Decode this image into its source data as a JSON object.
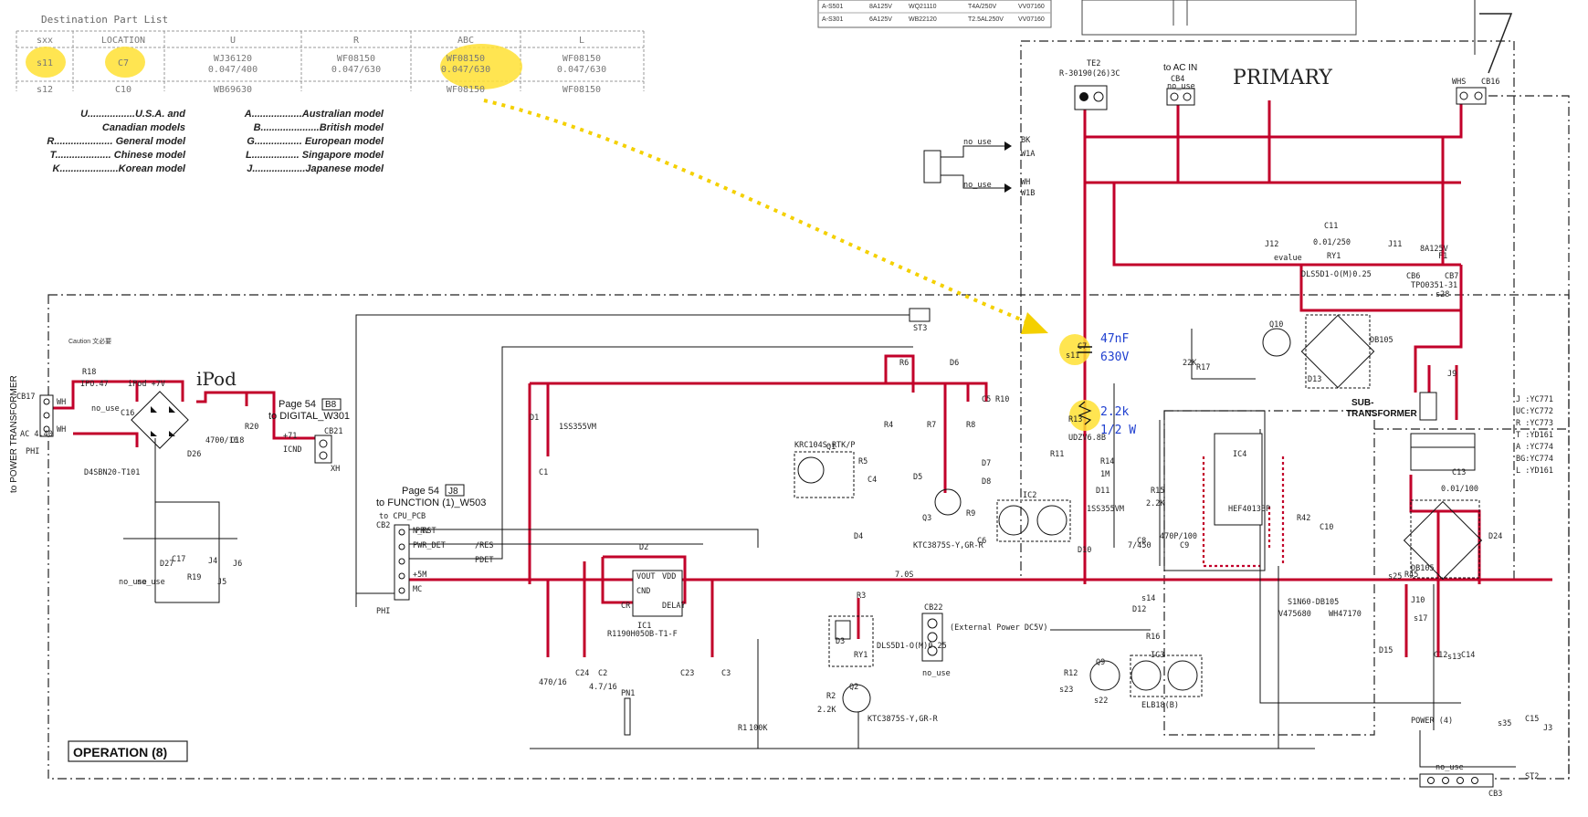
{
  "parts_table": {
    "title": "Destination Part List",
    "headers": [
      "sxx",
      "LOCATION",
      "U",
      "R",
      "ABC",
      "L"
    ],
    "row1": [
      "s11",
      "C7",
      "WJ36120\n0.047/400",
      "WF08150\n0.047/630",
      "WF08150\n0.047/630",
      "WF08150\n0.047/630"
    ],
    "row2_partial": [
      "s12",
      "C10",
      "WB69630",
      "",
      "WF08150",
      "WF08150"
    ]
  },
  "model_legend": {
    "left": [
      "U.................U.S.A. and",
      "Canadian models",
      "R..................... General model",
      "T.................... Chinese model",
      "K.....................Korean model"
    ],
    "right": [
      "A..................Australian model",
      "B.....................British model",
      "G................. European model",
      "L................. Singapore model",
      "J...................Japanese model"
    ]
  },
  "top_fuse_table": {
    "rows": [
      [
        "A-S501",
        "8A125V",
        "WQ21110",
        "T4A/250V",
        "VV07160"
      ],
      [
        "A-S301",
        "6A125V",
        "WB22120",
        "T2.5AL250V",
        "VV07160"
      ]
    ]
  },
  "blocks": {
    "primary": "PRIMARY",
    "operation": "OPERATION (8)",
    "power": "POWER (4)",
    "ipod": "iPod",
    "sub_transformer": [
      "SUB-",
      "TRANSFORMER"
    ],
    "to_power_transformer": "to POWER TRANSFORMER",
    "to_ac_in": "to AC IN",
    "page54_b8": [
      "Page 54",
      "B8",
      "to DIGITAL_W301"
    ],
    "page54_j8": [
      "Page 54",
      "J8",
      "to FUNCTION (1)_W503"
    ],
    "to_cpu_pcb": "to CPU_PCB",
    "caution": "Caution 文必要",
    "external_power": "(External Power DC5V)"
  },
  "annotation": {
    "c7_value": "47nF",
    "c7_voltage": "630V",
    "r13_value": "2.2k",
    "r13_power": "1/2 W"
  },
  "labels": {
    "cb17": "CB17",
    "phi": "PHI",
    "wh": "WH",
    "ac440": "AC 4.40",
    "r18": "R18",
    "ipo47": "IPO.47",
    "ipod7v": "iPod +7V",
    "c16": "C16",
    "d4sbn": "D4SBN20-T101",
    "d26": "D26",
    "c18": "C18",
    "r20": "R20",
    "c4700": "4700/16",
    "cb21": "CB21",
    "p71": "+71",
    "gnd": "ICND",
    "xh": "XH",
    "no_use": "no_use",
    "d27": "D27",
    "c17": "C17",
    "r19": "R19",
    "j4": "J4",
    "j5": "J5",
    "j6": "J6",
    "st3": "ST3",
    "r6": "R6",
    "d6": "D6",
    "r4": "R4",
    "r7": "R7",
    "r8": "R8",
    "c5": "C5",
    "r10": "R10",
    "d1": "D1",
    "iss": "1SS355VM",
    "c1": "C1",
    "q1": "Q1",
    "krc": "KRC104S-RTK/P",
    "r5": "R5",
    "c4": "C4",
    "d5": "D5",
    "d7": "D7",
    "d8": "D8",
    "q3": "Q3",
    "ktc": "KTC3875S-Y,GR-R",
    "r9": "R9",
    "c6": "C6",
    "ic2": "IC2",
    "d4": "D4",
    "cb2": "CB2",
    "n_rst": "N_RST",
    "pwr_det": "PWR_DET",
    "p5m": "+5M",
    "mc": "MC",
    "pry": "PRY",
    "res": "/RES",
    "pdet": "PDET",
    "d2": "D2",
    "vout": "VOUT",
    "vdd": "VDD",
    "cnd": "CND",
    "cr": "CR",
    "delay": "DELAY",
    "ic1": "IC1",
    "r119": "R1190H05OB-T1-F",
    "v705": "7.0S",
    "c2": "C2",
    "c3": "C3",
    "c23": "C23",
    "c24": "C24",
    "c470": "470/16",
    "c47": "4.7/16",
    "pn1": "PN1",
    "r1": "R1",
    "r100k": "100K",
    "d3": "D3",
    "ry1": "RY1",
    "dls": "DLS5D1-O(M)0.25",
    "cb22": "CB22",
    "q2": "Q2",
    "r2": "R2",
    "r22k": "2.2K",
    "r12": "R12",
    "q9": "Q9",
    "ic3": "IC3",
    "elb": "ELB18(B)",
    "d12": "D12",
    "r16": "R16",
    "r3": "R3",
    "te2": "TE2",
    "r30190": "R-30190(26)3C",
    "cb4": "CB4",
    "bk": "BK",
    "wh1": "WH",
    "w1a": "W1A",
    "w1b": "W1B",
    "c11": "C11",
    "c0101": "0.01/250",
    "j12": "J12",
    "j11": "J11",
    "evalue": "evalue",
    "ry1b": "RY1",
    "dls2": "DLS5D1-O(M)0.25",
    "cb6": "CB6",
    "cb7": "CB7",
    "f1": "F1",
    "fuse": "8A125V",
    "tpo": "TPO0351-31",
    "s28": "s28",
    "cb16": "CB16",
    "whs": "WHS",
    "q10": "Q10",
    "r17": "R17",
    "r22k2": "22K",
    "db105": "DB105",
    "d13": "D13",
    "j9": "J9",
    "c7": "C7",
    "s11": "s11",
    "r13": "R13",
    "udz": "UDZV6.8B",
    "r11": "R11",
    "r14": "R14",
    "m1": "1M",
    "d11": "D11",
    "r15": "R15",
    "c8": "C8",
    "d10": "D10",
    "c9": "C9",
    "c10": "C10",
    "r42": "R42",
    "ic4": "IC4",
    "hef": "HEF4013BP",
    "c13": "C13",
    "c01100": "0.01/100",
    "d24": "D24",
    "db105b": "DB105",
    "r45": "R45",
    "j10": "J10",
    "d15": "D15",
    "c12": "C12",
    "c14": "C14",
    "s13": "s13",
    "cb3": "CB3",
    "st2": "ST2",
    "c15": "C15",
    "j3": "J3",
    "s35": "s35",
    "s1n": "S1N60-DB105",
    "v475": "V475680",
    "wh47": "WH47170",
    "c470p": "470P/100",
    "c7450": "7/450",
    "s17": "s17",
    "s25": "s25",
    "s22": "s22",
    "s23": "s23",
    "s14": "s14",
    "model_codes": [
      "J  :YC771",
      "UC:YC772",
      "R  :YC773",
      "T  :YD161",
      "A  :YC774",
      "BG:YC774",
      "L  :YD161"
    ]
  }
}
